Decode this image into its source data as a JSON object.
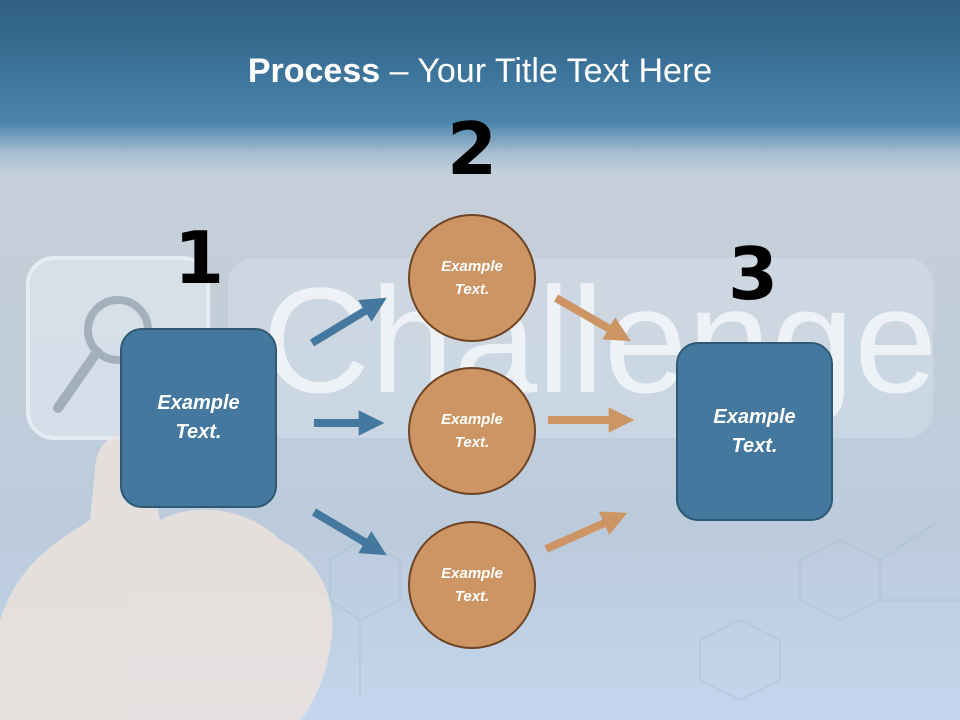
{
  "title": {
    "bold": "Process",
    "rest": " – Your Title Text Here"
  },
  "background": {
    "watermark_text": "Challenge"
  },
  "steps": [
    {
      "number": "1",
      "label": "Example Text."
    },
    {
      "number": "2",
      "items": [
        "Example Text.",
        "Example Text.",
        "Example Text."
      ]
    },
    {
      "number": "3",
      "label": "Example Text."
    }
  ],
  "colors": {
    "box_fill": "#44789e",
    "circle_fill": "#cd9564",
    "arrow_blue": "#44789e",
    "arrow_orange": "#cd9564",
    "header": "#3a7096"
  }
}
